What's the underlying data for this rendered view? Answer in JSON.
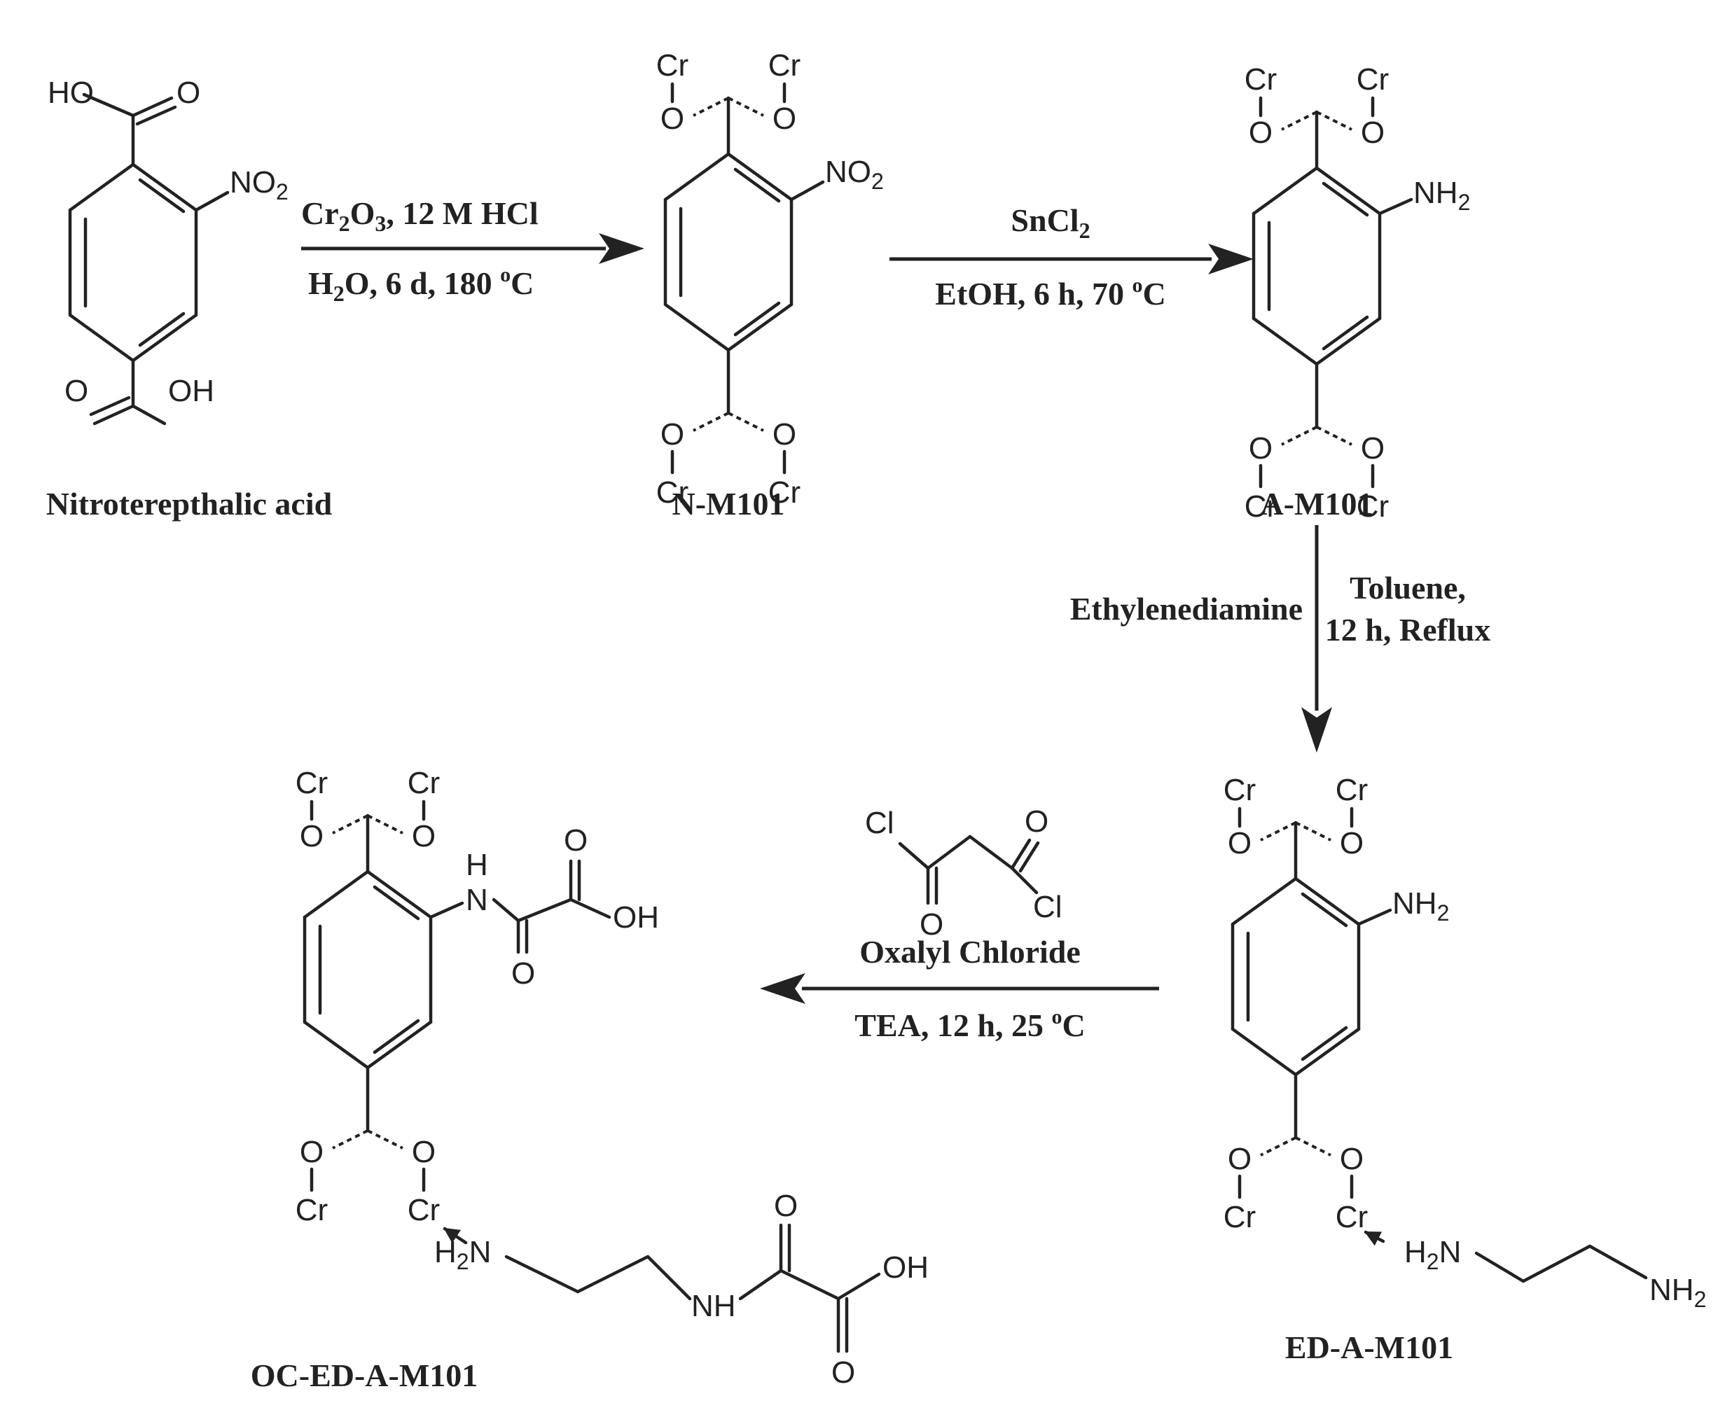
{
  "compounds": {
    "nitro_acid": "Nitroterepthalic acid",
    "n_m101": "N-M101",
    "a_m101": "A-M101",
    "ed_a_m101": "ED-A-M101",
    "oc_ed_a_m101": "OC-ED-A-M101"
  },
  "step1": {
    "reagents": {
      "a": "Cr",
      "b": "2",
      "c": "O",
      "d": "3",
      "e": ", 12 M HCl"
    },
    "conditions": {
      "a": "H",
      "b": "2",
      "c": "O, 6 d, 180 ",
      "d": "o",
      "e": "C"
    }
  },
  "step2": {
    "reagents": {
      "a": "SnCl",
      "b": "2"
    },
    "conditions": {
      "a": "EtOH, 6 h, 70 ",
      "b": "o",
      "c": "C"
    }
  },
  "step3": {
    "reagent": "Ethylenediamine",
    "solvent": "Toluene,",
    "conditions": "12 h, Reflux"
  },
  "step4": {
    "reagent": "Oxalyl Chloride",
    "conditions": {
      "a": "TEA, 12 h, 25 ",
      "b": "o",
      "c": "C"
    }
  },
  "atoms": {
    "cr": "Cr",
    "o": "O",
    "oh": "OH",
    "ho": "HO",
    "cl": "Cl",
    "h": "H",
    "nh": "NH",
    "no2": "NO",
    "nh2": "NH",
    "h2n": "H",
    "n": "N",
    "sub2": "2"
  }
}
